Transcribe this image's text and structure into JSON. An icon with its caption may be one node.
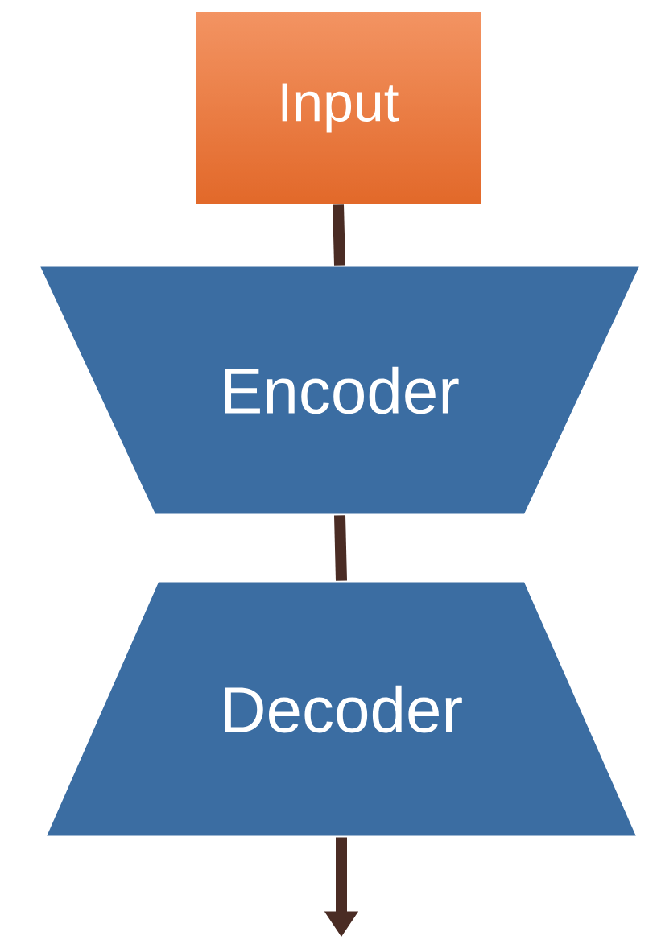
{
  "diagram": {
    "nodes": [
      {
        "text": [
          "Input"
        ]
      },
      {
        "text": [
          "Encoder"
        ]
      },
      {
        "text": [
          "Decoder"
        ]
      }
    ],
    "edges": [
      {
        "from": 0,
        "to": 1,
        "arrow": "none"
      },
      {
        "from": 1,
        "to": 2,
        "arrow": "none"
      },
      {
        "from": 2,
        "to": null,
        "arrow": "to"
      }
    ]
  }
}
